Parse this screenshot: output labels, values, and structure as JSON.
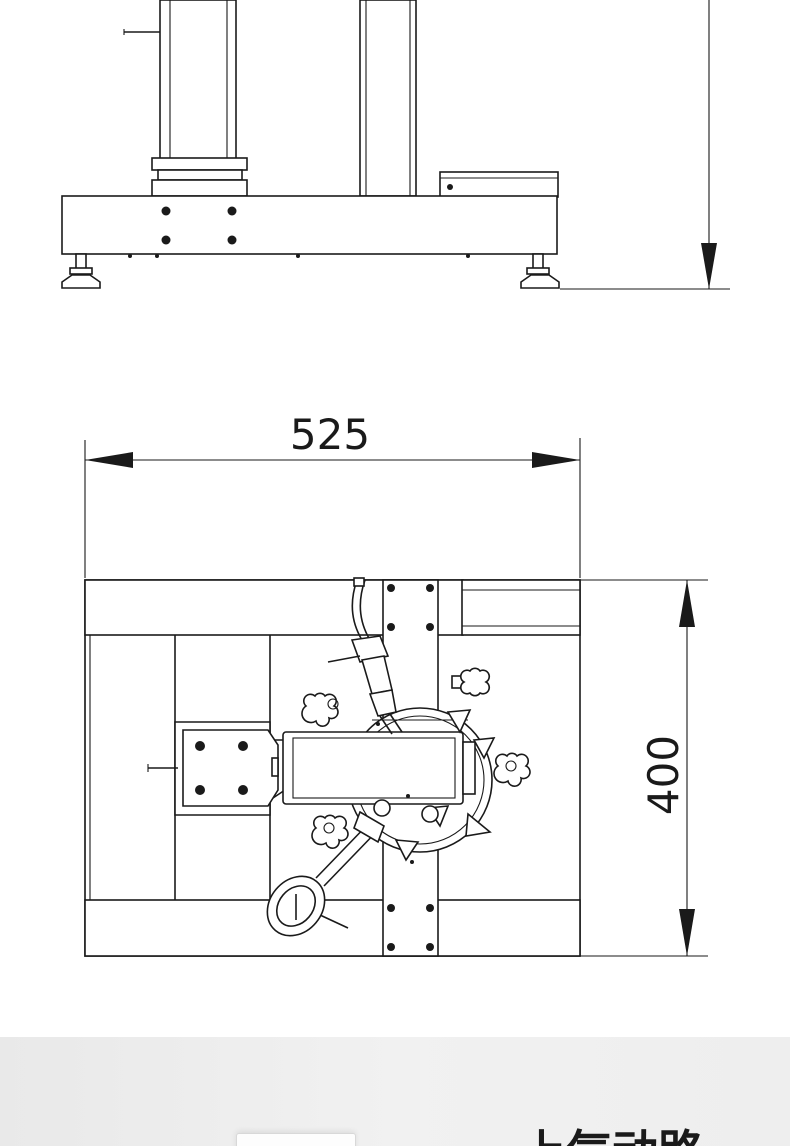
{
  "dimensions": {
    "width_label": "525",
    "depth_label": "400"
  },
  "footer": {
    "heading": "上气动路"
  },
  "colors": {
    "line": "#1a1a1a",
    "background": "#ffffff",
    "band": "#eeeeee"
  }
}
